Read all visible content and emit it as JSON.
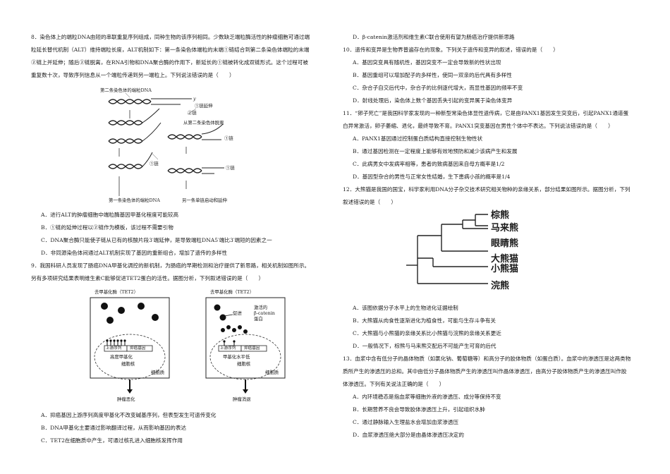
{
  "left": {
    "q8": {
      "stem": "8．染色体上的端粒DNA由短的串联重复序列组成，同种生物的该序列相同。少数缺乏端粒酶活性的肿瘤细胞可通过端粒延长替代机制（ALT）维持端粒长度，ALT机制如下：第一条染色体端粒的末端①链结合到第二条染色体端粒的末端②链上并延伸；随后②链脱离，在RNA引物和DNA聚合酶的作用下，新延长的①链被转化成双链形式。这个过程可被重复数十次，导致序列信息从一个端粒传递到另一端粒上。下列说法错误的是（　　）",
      "fig": {
        "top_label": "第二条染色体的端粒DNA",
        "y": "y",
        "l1_ext": "①链延伸",
        "l2a": "②链",
        "from_second": "从第二条染色体脱离",
        "l1a": "①链",
        "l1b": "①链",
        "l1c": "①链",
        "bottom_label": "第一条染色体的端粒DNA",
        "other_strand": "另一条单链启动和延伸"
      },
      "options": [
        "A．进行ALT的肿瘤细胞中端粒酶基因甲基化程度可能较高",
        "B．①链的延伸过程以②链作为模板，该过程不需要引物",
        "C．DNA聚合酶只能使子链从已有的核酸片段3′端延伸，是导致端粒DNA5′端比3′端短的因素之一",
        "D．非同源染色体间通过ALT机制实现了基因的重新组合，增加了遗传的多样性"
      ]
    },
    "q9": {
      "stem": "9．我国科研人员发现了肠癌DNA甲基化调控的新机制，为肠癌的早期检测和治疗提供了新思路，相关机制如图所示。另有多项研究结果表明维生素C能够促进TET2蛋白的活性。据图分析，下列叙述错误的是（　　）",
      "fig": {
        "enzyme": "去甲基化酶（TET2）",
        "upstream": "上游序列",
        "suppressor": "抑癌基因",
        "high_methyl": "高度甲基化",
        "nucleus": "细胞核",
        "cytoplasm": "细胞质",
        "tumor_worse": "肿瘤恶化",
        "promote": "促进",
        "activated": "激活的",
        "beta": "β-catenin",
        "protein": "蛋白",
        "low_methyl": "甲基化水平低",
        "tumor_subside": "肿瘤消退"
      },
      "options": [
        "A．抑癌基因上游序列高度甲基化不改变碱基序列，但表型发生可遗传变化",
        "B．DNA甲基化主要通过影响翻译过程，从而影响基因的表达",
        "C．TET2在细胞质中产生，可通过核孔进入细胞核发挥作用"
      ]
    }
  },
  "right": {
    "q9d": "D．β-catenin激活剂和维生素C联合使用有望为肠癌治疗提供新思路",
    "q10": {
      "stem": "10．遗传和变异是生物界普遍存在的现象。下列关于遗传和变异的叙述，错误的是（　　）",
      "options": [
        "A．基因突变具有随机性，基因突变不一定会导致新的性状出现",
        "B．基因重组可以增加配子的多样性，使同一双亲的后代具有多样性",
        "C．杂合子自交后代中，杂合子的比例逐代增大，而显性基因的频率不变",
        "D．射线处理后，染色体上数个基因丢失引起的变异属于染色体变异"
      ]
    },
    "q11": {
      "stem": "11．“卵子死亡”是我国科学家发现的一种新型常染色体显性遗传病，它是由PANX1基因发生突变后，引起PANX1通道蛋白异常激活，卵子萎缩、退化，最终导致不育。PANX1突变基因在男性个体中不表达。下列说法错误的是（　　）",
      "options": [
        "A．PANX1基因通过控制蛋白质结构直接控制生物性状",
        "B．通过基因检测在一定程度上能够有效地预防和减少该病产生和发展",
        "C．此病男女中发病率相等，患者的致病基因来自母方概率是1/2",
        "D．基因型杂合的男性与正常女性结婚，生下患病小孩的概率是1/4"
      ]
    },
    "q12": {
      "stem": "12．大熊猫是我国的国宝，科学家利用DNA分子杂交技术研究相关物种的亲缘关系，部分结果如图所示。据图分析，下列叙述错误的是（　　）",
      "tree": [
        "棕熊",
        "马来熊",
        "眼睛熊",
        "大熊猫",
        "小熊猫",
        "浣熊"
      ],
      "options": [
        "A．该图依据分子水平上的生物进化证据绘制",
        "B．大熊猫从肉食性逐渐进化为植食性，可能与生存斗争有关",
        "C．大熊猫与小熊猫的亲缘关系比小熊猫与浣熊的亲缘关系更近",
        "D．一般情况下，棕熊与马来熊交配后不可能产生可育的后代"
      ]
    },
    "q13": {
      "stem": "13．血浆中含有低分子的晶体物质（如氯化钠、葡萄糖等）和高分子的胶体物质（如蛋白质）。血浆中的渗透压是这两类物质所产生的渗透压的总和。其中由低分子晶体物质产生的渗透压叫作晶体渗透压，由高分子胶体物质产生的渗透压叫作胶体渗透压。下列有关说法正确的是（　　）",
      "options": [
        "A．内环境稳态是指血浆等细胞外液的渗透压、成分等保持不变",
        "B．长期营养不良会导致胶体渗透压上升，引起组织水肿",
        "C．通过静脉输入生理盐水会增加血浆渗透压",
        "D．血浆渗透压绝大部分是由晶体渗透压决定的"
      ]
    }
  }
}
